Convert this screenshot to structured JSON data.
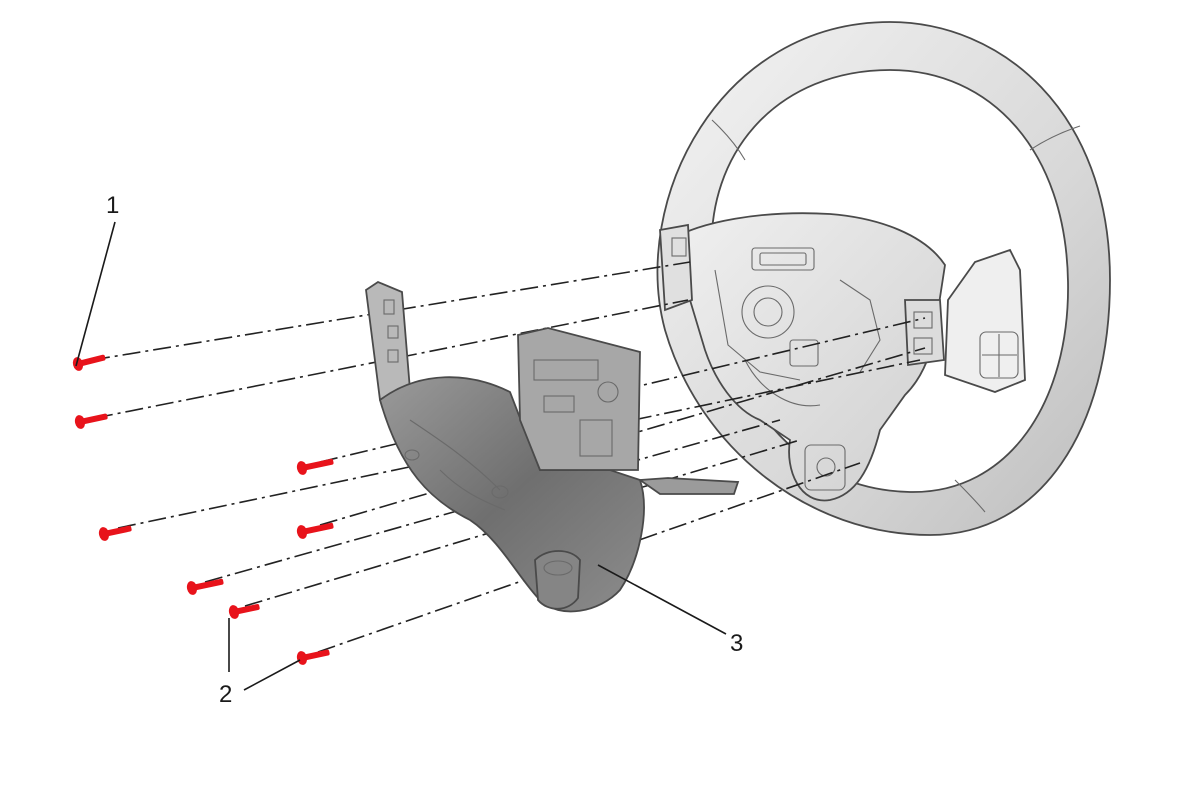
{
  "callouts": [
    {
      "id": "1",
      "label": "1"
    },
    {
      "id": "2",
      "label": "2"
    },
    {
      "id": "3",
      "label": "3"
    }
  ],
  "colors": {
    "fastener": "#e8131b",
    "trim_cover": "#7e7e7e",
    "wheel_rim": "#dcdcdc",
    "outline": "#4a4a4a"
  }
}
